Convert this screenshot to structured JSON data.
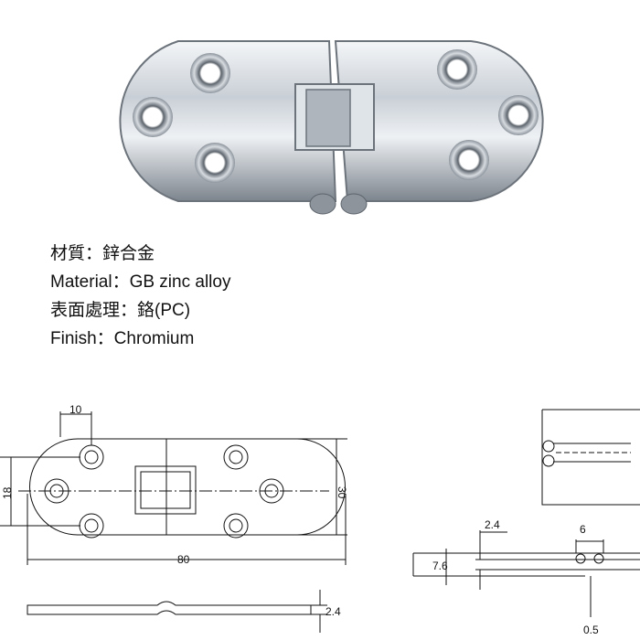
{
  "specs": {
    "material_zh": "材質：鋅合金",
    "material_en": "Material：GB zinc alloy",
    "finish_zh": "表面處理：鉻(PC)",
    "finish_en": "Finish：Chromium"
  },
  "drawing": {
    "dim_hole_spacing": "10",
    "dim_inner_height": "18",
    "dim_height": "30",
    "dim_length": "80",
    "dim_thickness": "2.4",
    "dim_side_thickness": "2.4",
    "dim_side_width": "6",
    "dim_side_height": "7.6",
    "dim_gap": "0.5"
  }
}
